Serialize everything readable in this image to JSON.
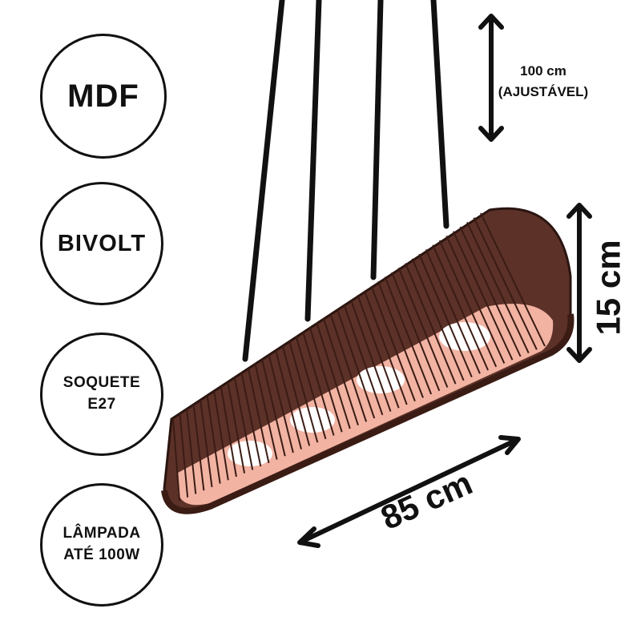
{
  "badges": [
    {
      "line1": "MDF",
      "line2": ""
    },
    {
      "line1": "BIVOLT",
      "line2": ""
    },
    {
      "line1": "SOQUETE",
      "line2": "E27"
    },
    {
      "line1": "LÂMPADA",
      "line2": "ATÉ 100W"
    }
  ],
  "dimensions": {
    "cable_length": "100 cm",
    "cable_note": "(AJUSTÁVEL)",
    "height": "15 cm",
    "length": "85 cm"
  },
  "colors": {
    "wood_dark": "#5a2f26",
    "wood_mid": "#6e3a30",
    "interior_glow": "#f3b4a4",
    "cable": "#111111"
  }
}
